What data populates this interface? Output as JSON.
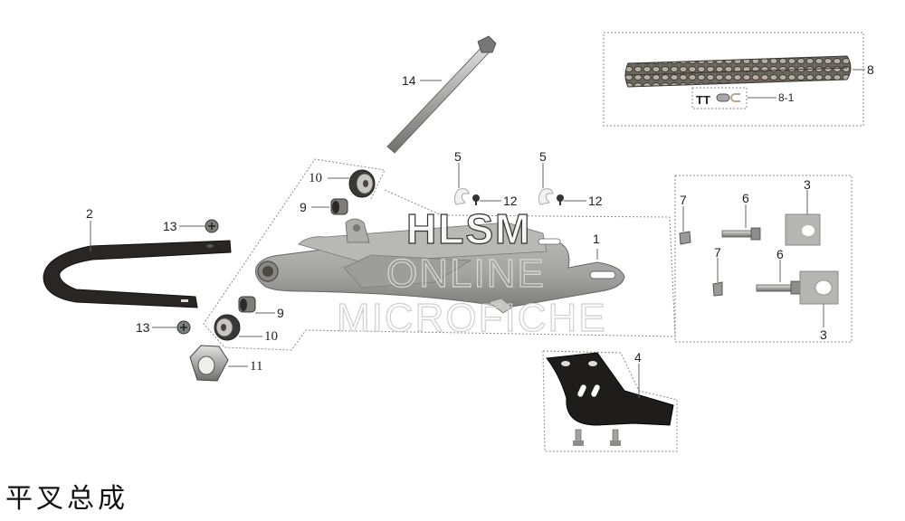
{
  "diagram": {
    "title": "平叉总成",
    "watermark": [
      "HLSM",
      "ONLINE",
      "MICROFICHE"
    ],
    "colors": {
      "background": "#ffffff",
      "dash_frame": "#888888",
      "leader": "#555555",
      "swingarm": "#a7a7a4",
      "dark_part": "#2a2624",
      "metal": "#c9c9c6"
    },
    "parts": [
      {
        "id": "1",
        "name": "swingarm",
        "label": "1"
      },
      {
        "id": "2",
        "name": "chain-slider",
        "label": "2"
      },
      {
        "id": "3a",
        "name": "chain-adjuster-upper",
        "label": "3"
      },
      {
        "id": "3b",
        "name": "chain-adjuster-lower",
        "label": "3"
      },
      {
        "id": "4",
        "name": "chain-guide",
        "label": "4"
      },
      {
        "id": "5a",
        "name": "hose-clip-left",
        "label": "5"
      },
      {
        "id": "5b",
        "name": "hose-clip-right",
        "label": "5"
      },
      {
        "id": "6a",
        "name": "adjuster-bolt-upper",
        "label": "6"
      },
      {
        "id": "6b",
        "name": "adjuster-bolt-lower",
        "label": "6"
      },
      {
        "id": "7a",
        "name": "adjuster-nut-upper",
        "label": "7"
      },
      {
        "id": "7b",
        "name": "adjuster-nut-lower",
        "label": "7"
      },
      {
        "id": "8",
        "name": "drive-chain",
        "label": "8"
      },
      {
        "id": "8-1",
        "name": "chain-master-link",
        "label": "8-1"
      },
      {
        "id": "9a",
        "name": "bushing-upper",
        "label": "9"
      },
      {
        "id": "9b",
        "name": "bushing-lower",
        "label": "9"
      },
      {
        "id": "10a",
        "name": "bearing-upper",
        "label": "10"
      },
      {
        "id": "10b",
        "name": "bearing-lower",
        "label": "10"
      },
      {
        "id": "11",
        "name": "pivot-nut",
        "label": "11"
      },
      {
        "id": "12a",
        "name": "clip-screw-left",
        "label": "12"
      },
      {
        "id": "12b",
        "name": "clip-screw-right",
        "label": "12"
      },
      {
        "id": "13a",
        "name": "slider-screw-upper",
        "label": "13"
      },
      {
        "id": "13b",
        "name": "slider-screw-lower",
        "label": "13"
      },
      {
        "id": "14",
        "name": "pivot-axle",
        "label": "14"
      }
    ]
  }
}
